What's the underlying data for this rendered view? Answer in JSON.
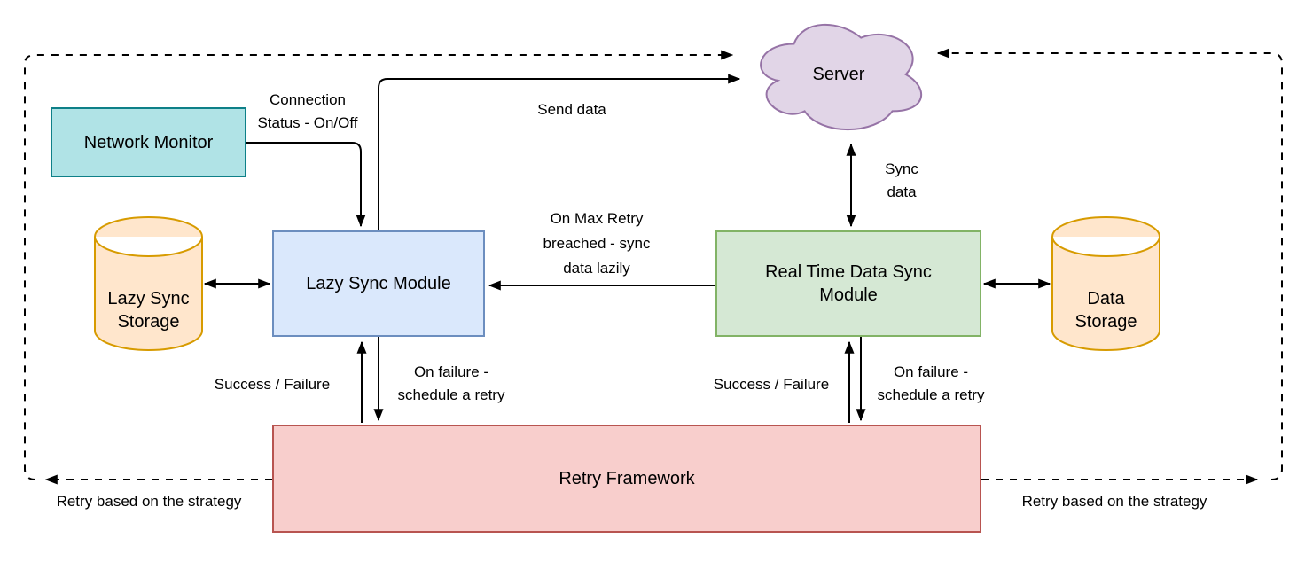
{
  "diagram": {
    "type": "architecture-flow-diagram",
    "nodes": {
      "server": {
        "label": "Server",
        "shape": "cloud",
        "fill": "#E1D5E7",
        "stroke": "#9673A6"
      },
      "network_monitor": {
        "label": "Network Monitor",
        "shape": "rectangle",
        "fill": "#B0E3E6",
        "stroke": "#0E8088"
      },
      "lazy_sync_module": {
        "label": "Lazy Sync Module",
        "shape": "rectangle",
        "fill": "#DAE8FC",
        "stroke": "#6C8EBF"
      },
      "real_time_sync_module": {
        "label": "Real Time Data Sync Module",
        "lines": [
          "Real Time Data Sync",
          "Module"
        ],
        "shape": "rectangle",
        "fill": "#D5E8D4",
        "stroke": "#82B366"
      },
      "lazy_sync_storage": {
        "label": "Lazy Sync Storage",
        "lines": [
          "Lazy Sync",
          "Storage"
        ],
        "shape": "cylinder",
        "fill": "#FFE6CC",
        "stroke": "#D79B00"
      },
      "data_storage": {
        "label": "Data Storage",
        "lines": [
          "Data",
          "Storage"
        ],
        "shape": "cylinder",
        "fill": "#FFE6CC",
        "stroke": "#D79B00"
      },
      "retry_framework": {
        "label": "Retry Framework",
        "shape": "rectangle",
        "fill": "#F8CECC",
        "stroke": "#B85450"
      }
    },
    "edge_labels": {
      "connection_status": {
        "lines": [
          "Connection",
          "Status - On/Off"
        ]
      },
      "send_data": {
        "label": "Send data"
      },
      "sync_data": {
        "lines": [
          "Sync",
          "data"
        ]
      },
      "on_max_retry": {
        "lines": [
          "On Max Retry",
          "breached - sync",
          "data lazily"
        ]
      },
      "success_failure_left": {
        "label": "Success / Failure"
      },
      "on_failure_left": {
        "lines": [
          "On failure -",
          "schedule a retry"
        ]
      },
      "success_failure_right": {
        "label": "Success / Failure"
      },
      "on_failure_right": {
        "lines": [
          "On failure -",
          "schedule a retry"
        ]
      },
      "retry_strategy_left": {
        "label": "Retry based on the strategy"
      },
      "retry_strategy_right": {
        "label": "Retry based on the strategy"
      }
    },
    "edges": [
      {
        "from": "network_monitor",
        "to": "lazy_sync_module",
        "label": "Connection Status - On/Off",
        "style": "solid",
        "direction": "one-way"
      },
      {
        "from": "lazy_sync_module",
        "to": "server",
        "label": "Send data",
        "style": "solid",
        "direction": "one-way"
      },
      {
        "from": "server",
        "to": "real_time_sync_module",
        "label": "Sync data",
        "style": "solid",
        "direction": "two-way"
      },
      {
        "from": "real_time_sync_module",
        "to": "lazy_sync_module",
        "label": "On Max Retry breached - sync data lazily",
        "style": "solid",
        "direction": "one-way"
      },
      {
        "from": "lazy_sync_storage",
        "to": "lazy_sync_module",
        "label": "",
        "style": "solid",
        "direction": "two-way"
      },
      {
        "from": "real_time_sync_module",
        "to": "data_storage",
        "label": "",
        "style": "solid",
        "direction": "two-way"
      },
      {
        "from": "retry_framework",
        "to": "lazy_sync_module",
        "label": "Success / Failure",
        "style": "solid",
        "direction": "one-way"
      },
      {
        "from": "lazy_sync_module",
        "to": "retry_framework",
        "label": "On failure - schedule a retry",
        "style": "solid",
        "direction": "one-way"
      },
      {
        "from": "retry_framework",
        "to": "real_time_sync_module",
        "label": "Success / Failure",
        "style": "solid",
        "direction": "one-way"
      },
      {
        "from": "real_time_sync_module",
        "to": "retry_framework",
        "label": "On failure - schedule a retry",
        "style": "solid",
        "direction": "one-way"
      },
      {
        "from": "retry_framework",
        "to": "server",
        "route": "left-border",
        "label": "Retry based on the strategy",
        "style": "dashed",
        "direction": "one-way"
      },
      {
        "from": "retry_framework",
        "to": "server",
        "route": "right-border",
        "label": "Retry based on the strategy",
        "style": "dashed",
        "direction": "one-way"
      }
    ]
  }
}
